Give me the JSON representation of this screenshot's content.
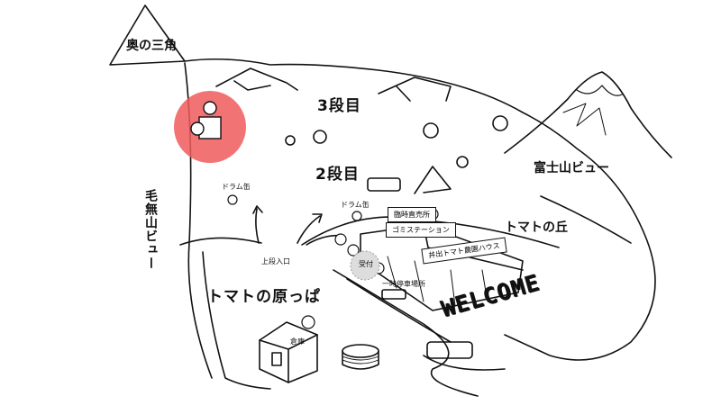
{
  "map": {
    "labels": {
      "oku_no_sankaku": "奥の三角",
      "sandanme": "3段目",
      "nidanme": "2段目",
      "fujisan_view": "富士山ビュー",
      "keyasan_view": "毛無山ビュー",
      "tomato_no_oka": "トマトの丘",
      "tomato_no_harappa": "トマトの原っぱ",
      "drum_can_left": "ドラム缶",
      "drum_can_center": "ドラム缶",
      "jodan_iriguchi": "上段入口",
      "rinji_chokubaijo": "臨時直売所",
      "gomi_station": "ゴミステーション",
      "greenhouse": "井出トマト農園ハウス",
      "uketsuke": "受付",
      "ichiji_teishajo": "一時停車場所",
      "soko": "倉庫",
      "welcome": "WELCOME"
    },
    "highlight_color": "#f05a5a",
    "icons": [
      "restroom-icon",
      "water-tap-icon",
      "drum-can-icon",
      "clock-icon",
      "arrow-icon",
      "car-icon",
      "tent-icon",
      "tree-icon",
      "mountain-icon"
    ]
  }
}
